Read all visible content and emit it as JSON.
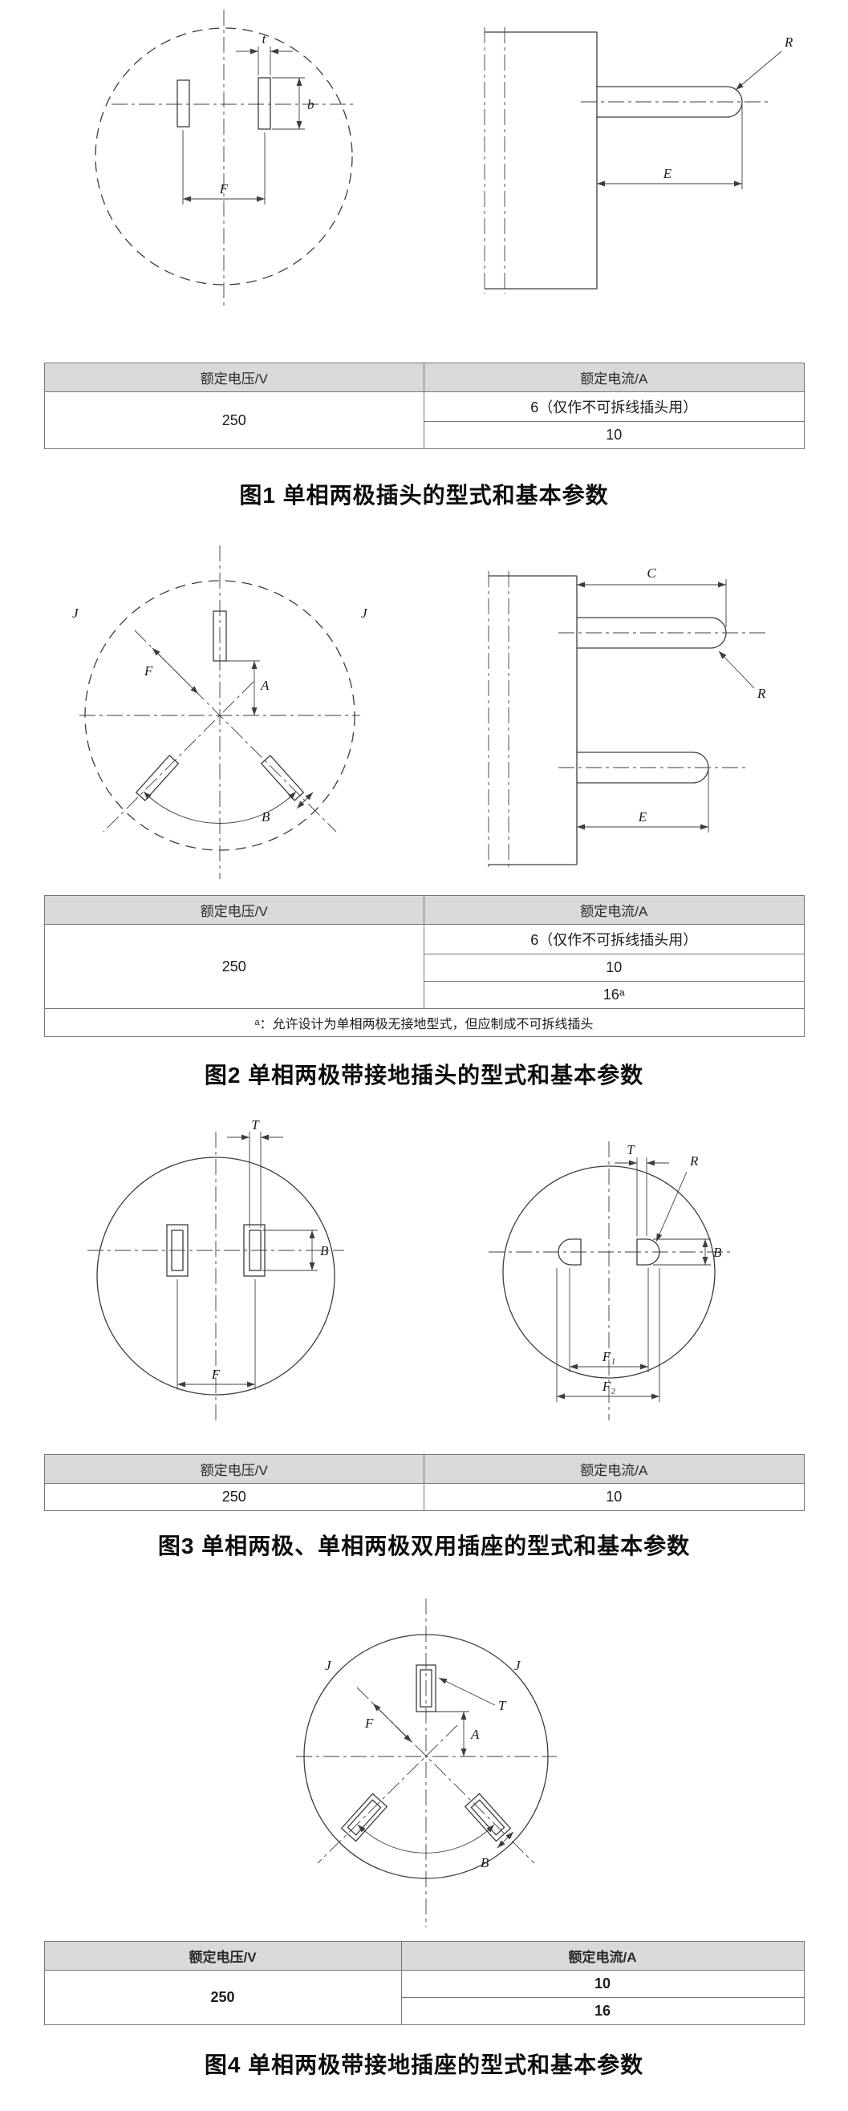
{
  "doc": {
    "background": "#ffffff",
    "line_color": "#3d3d3d",
    "table_header_bg": "#d9d9d9"
  },
  "fig1": {
    "caption": "图1  单相两极插头的型式和基本参数",
    "labels": {
      "t": "t",
      "b": "b",
      "F": "F",
      "R": "R",
      "E": "E"
    },
    "table": {
      "col_voltage": "额定电压/V",
      "col_current": "额定电流/A",
      "voltage": "250",
      "current_rows": [
        "6（仅作不可拆线插头用）",
        "10"
      ]
    }
  },
  "fig2": {
    "caption": "图2  单相两极带接地插头的型式和基本参数",
    "labels": {
      "F": "F",
      "A": "A",
      "B": "B",
      "J_left": "J",
      "J_right": "J",
      "C": "C",
      "R": "R",
      "E": "E"
    },
    "table": {
      "col_voltage": "额定电压/V",
      "col_current": "额定电流/A",
      "voltage": "250",
      "current_rows": [
        "6（仅作不可拆线插头用）",
        "10",
        "16ᵃ"
      ],
      "footnote": "ᵃ：允许设计为单相两极无接地型式，但应制成不可拆线插头"
    }
  },
  "fig3": {
    "caption": "图3 单相两极、单相两极双用插座的型式和基本参数",
    "labels": {
      "T1": "T",
      "B1": "B",
      "F": "F",
      "T2": "T",
      "R": "R",
      "B2": "B",
      "F1": "F₁",
      "F2": "F₂"
    },
    "table": {
      "col_voltage": "额定电压/V",
      "col_current": "额定电流/A",
      "voltage": "250",
      "current_rows": [
        "10"
      ]
    }
  },
  "fig4": {
    "caption": "图4  单相两极带接地插座的型式和基本参数",
    "labels": {
      "F": "F",
      "A": "A",
      "T": "T",
      "B": "B",
      "J_left": "J",
      "J_right": "J"
    },
    "table": {
      "col_voltage": "额定电压/V",
      "col_current": "额定电流/A",
      "voltage": "250",
      "current_rows": [
        "10",
        "16"
      ]
    }
  }
}
